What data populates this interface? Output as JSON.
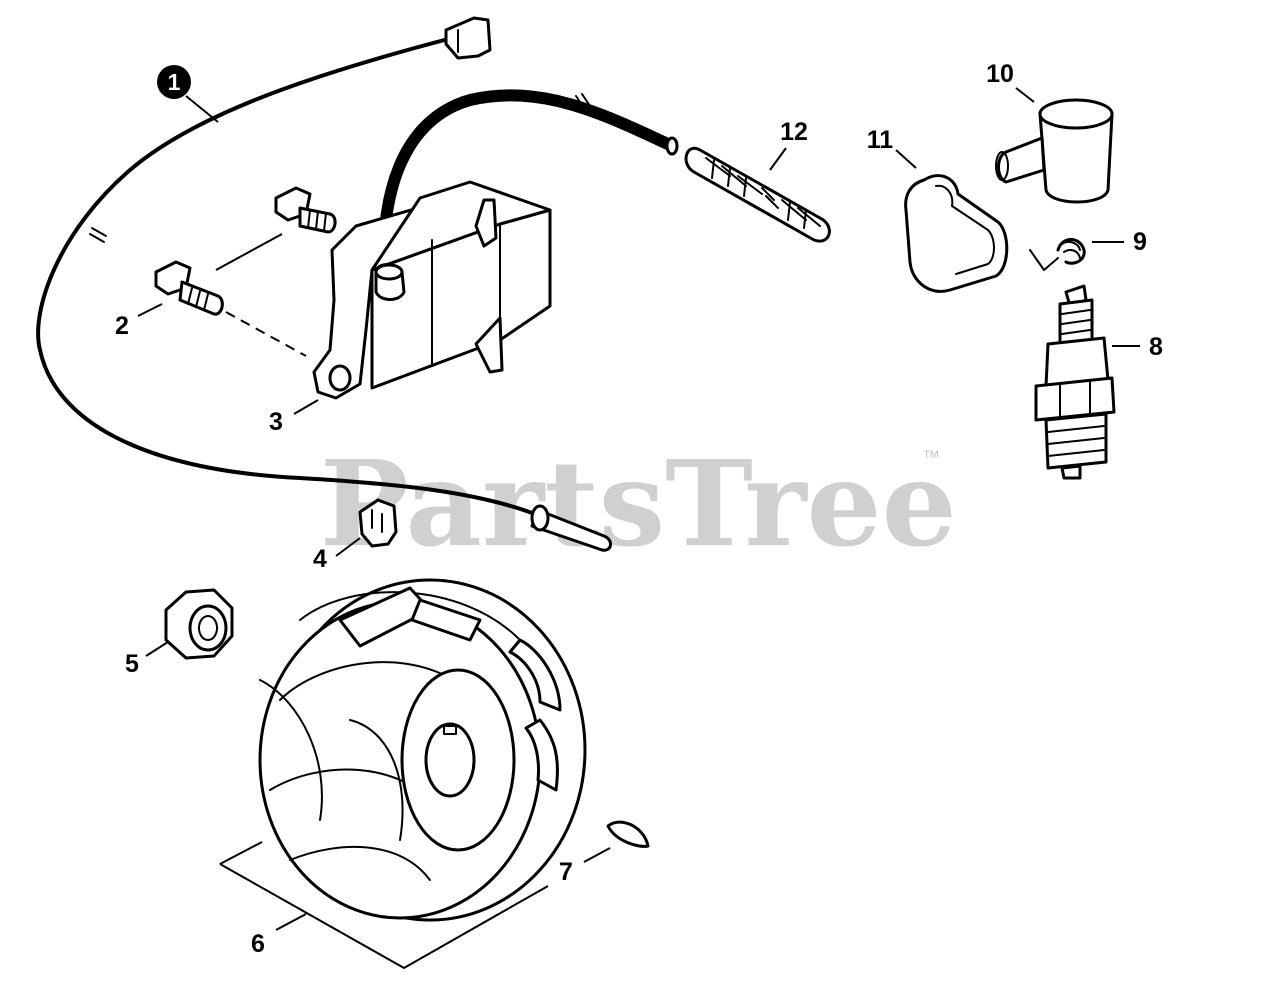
{
  "watermark": {
    "text": "PartsTree",
    "trademark": "™"
  },
  "callouts": [
    {
      "id": "1",
      "label": "1",
      "circled": true
    },
    {
      "id": "2",
      "label": "2"
    },
    {
      "id": "3",
      "label": "3"
    },
    {
      "id": "4",
      "label": "4"
    },
    {
      "id": "5",
      "label": "5"
    },
    {
      "id": "6",
      "label": "6"
    },
    {
      "id": "7",
      "label": "7"
    },
    {
      "id": "8",
      "label": "8"
    },
    {
      "id": "9",
      "label": "9"
    },
    {
      "id": "10",
      "label": "10"
    },
    {
      "id": "11",
      "label": "11"
    },
    {
      "id": "12",
      "label": "12"
    }
  ]
}
